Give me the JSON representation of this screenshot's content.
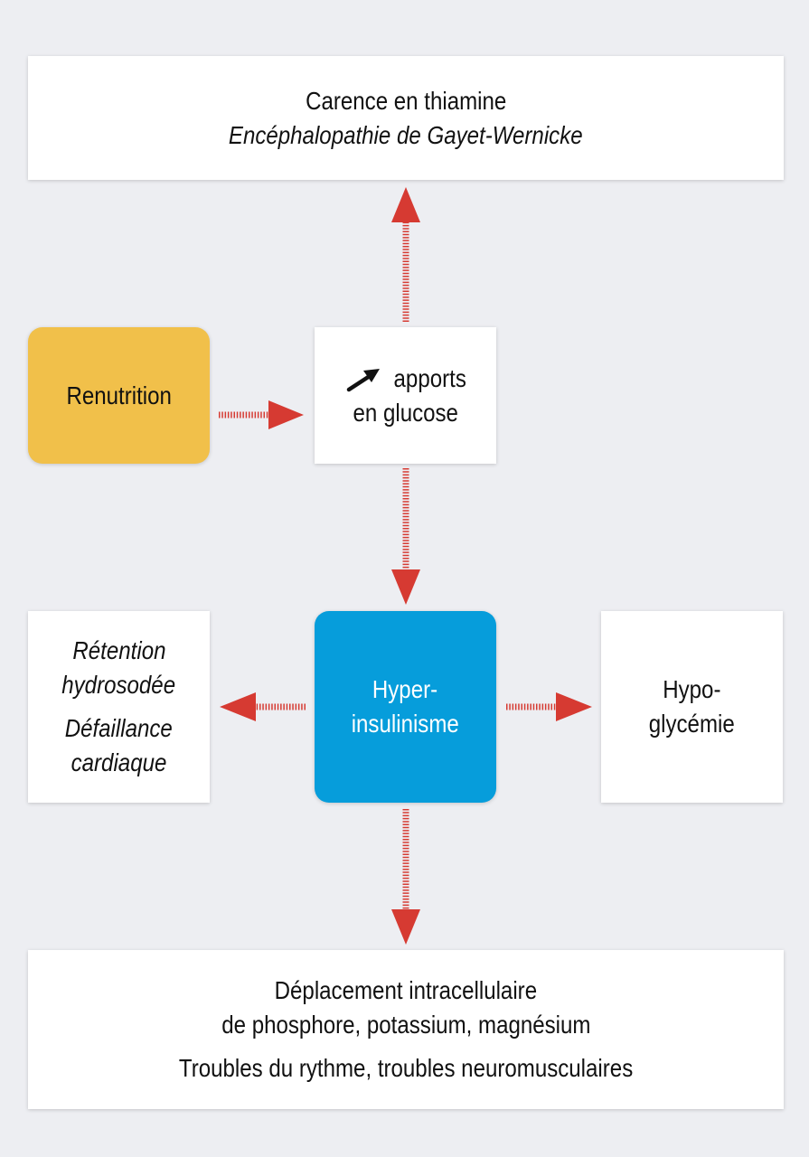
{
  "colors": {
    "background": "#edeef2",
    "box": "#ffffff",
    "renutrition": "#f1c04a",
    "hyperinsulinisme": "#069ddb",
    "arrow": "#d63a32"
  },
  "top_box": {
    "line1": "Carence en thiamine",
    "line2": "Encéphalopathie de Gayet-Wernicke"
  },
  "renutrition_box": {
    "label": "Renutrition"
  },
  "glucose_box": {
    "icon": "increase-arrow-icon",
    "line1": "apports",
    "line2": "en glucose"
  },
  "left_box": {
    "line1": "Rétention",
    "line2": "hydrosodée",
    "line3": "Défaillance",
    "line4": "cardiaque"
  },
  "hyper_box": {
    "line1": "Hyper-",
    "line2": "insulinisme"
  },
  "right_box": {
    "line1": "Hypo-",
    "line2": "glycémie"
  },
  "bottom_box": {
    "line1": "Déplacement intracellulaire",
    "line2": "de phosphore, potassium, magnésium",
    "line3": "Troubles du rythme, troubles neuromusculaires"
  }
}
